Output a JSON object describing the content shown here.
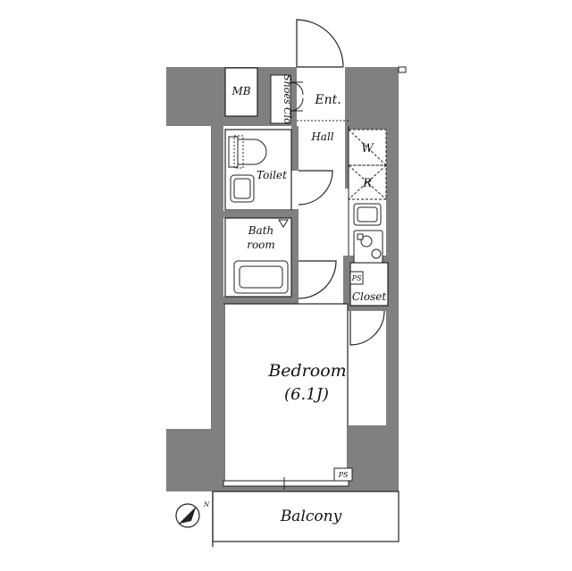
{
  "rooms": {
    "mb": "MB",
    "shoes_closet": "Shoes Clo",
    "entrance": "Ent.",
    "hall": "Hall",
    "washer": "W",
    "refrigerator": "R",
    "toilet": "Toilet",
    "bath_line1": "Bath",
    "bath_line2": "room",
    "pipe_space_upper": "PS",
    "closet": "Closet",
    "bedroom": "Bedroom",
    "bedroom_size": "(6.1J)",
    "pipe_space_lower": "PS",
    "balcony": "Balcony"
  },
  "compass": {
    "north_label": "N"
  },
  "colors": {
    "wall": "#808080",
    "line": "#222222",
    "fixture_fill": "#ffffff"
  }
}
